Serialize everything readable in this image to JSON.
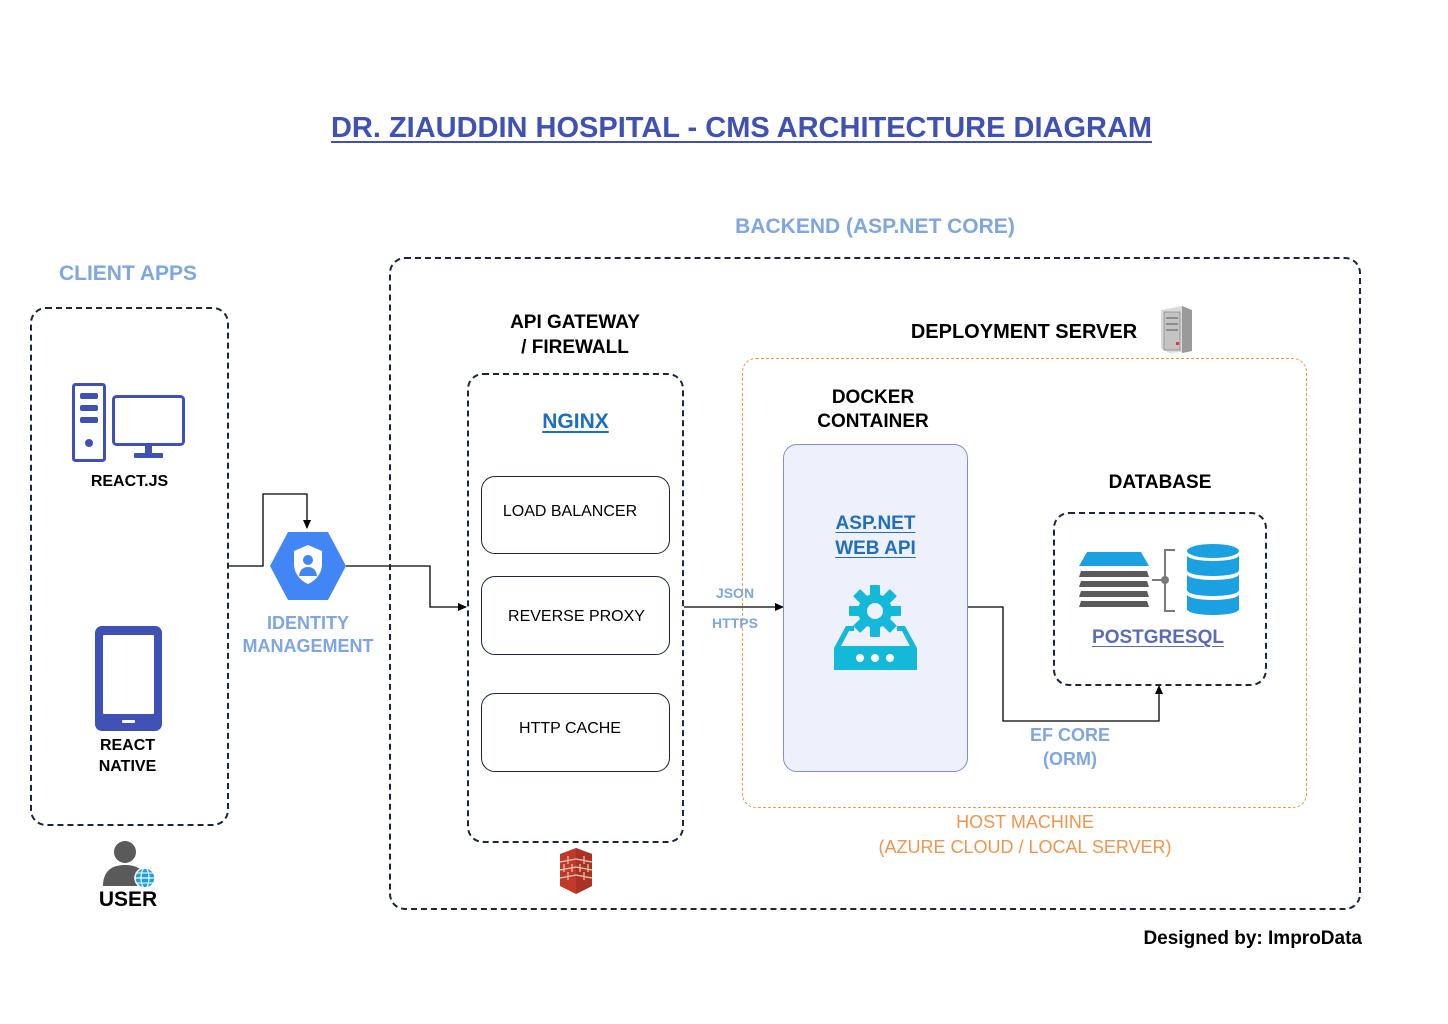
{
  "title": "DR. ZIAUDDIN HOSPITAL - CMS ARCHITECTURE DIAGRAM",
  "client": {
    "group_label": "CLIENT APPS",
    "react_js": "REACT.JS",
    "react_native_line1": "REACT",
    "react_native_line2": "NATIVE",
    "user": "USER"
  },
  "identity": {
    "line1": "IDENTITY",
    "line2": "MANAGEMENT"
  },
  "backend": {
    "group_label": "BACKEND (ASP.NET CORE)"
  },
  "gateway": {
    "title_line1": "API GATEWAY",
    "title_line2": "/ FIREWALL",
    "nginx": "NGINX",
    "items": [
      "LOAD BALANCER",
      "REVERSE PROXY",
      "HTTP CACHE"
    ]
  },
  "connection": {
    "json": "JSON",
    "https": "HTTPS",
    "ef_core_line1": "EF CORE",
    "ef_core_line2": "(ORM)"
  },
  "deployment": {
    "title": "DEPLOYMENT SERVER",
    "host_line1": "HOST MACHINE",
    "host_line2": "(AZURE CLOUD / LOCAL SERVER)"
  },
  "docker": {
    "title_line1": "DOCKER",
    "title_line2": "CONTAINER",
    "api_line1": "ASP.NET",
    "api_line2": "WEB API"
  },
  "database": {
    "title": "DATABASE",
    "name": "POSTGRESQL"
  },
  "footer": {
    "credit": "Designed by: ImproData"
  },
  "colors": {
    "title": "#3f51b5",
    "group_label": "#7ea6e0",
    "host_label": "#f2944a",
    "icon_indigo": "#3f51b5",
    "icon_cyan": "#14b8d9",
    "db_blue": "#1ba1e2",
    "identity_blue": "#4285f4"
  }
}
